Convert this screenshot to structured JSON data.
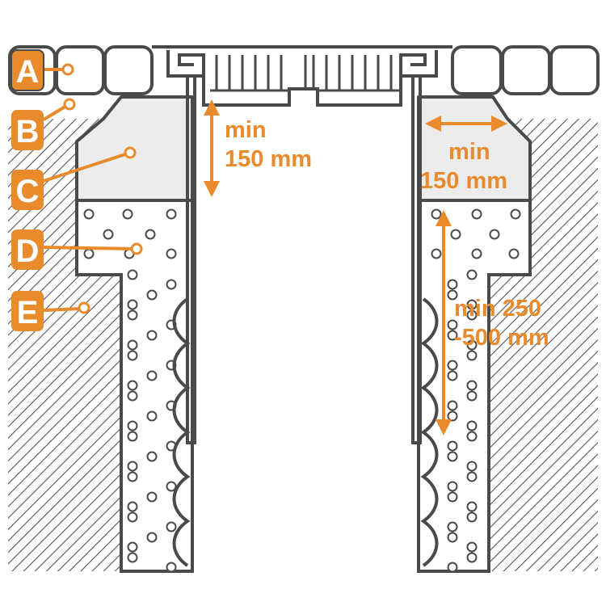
{
  "labels": {
    "A": "A",
    "B": "B",
    "C": "C",
    "D": "D",
    "E": "E"
  },
  "dimensions": {
    "top_left": {
      "line1": "min",
      "line2": "150 mm"
    },
    "top_right": {
      "line1": "min",
      "line2": "150 mm"
    },
    "depth": {
      "line1": "min 250",
      "line2": "-500 mm"
    }
  },
  "colors": {
    "accent": "#e98a2d",
    "outline": "#4a4a4a",
    "hatch": "#555555",
    "fill_light": "#ececec",
    "background": "#ffffff"
  }
}
